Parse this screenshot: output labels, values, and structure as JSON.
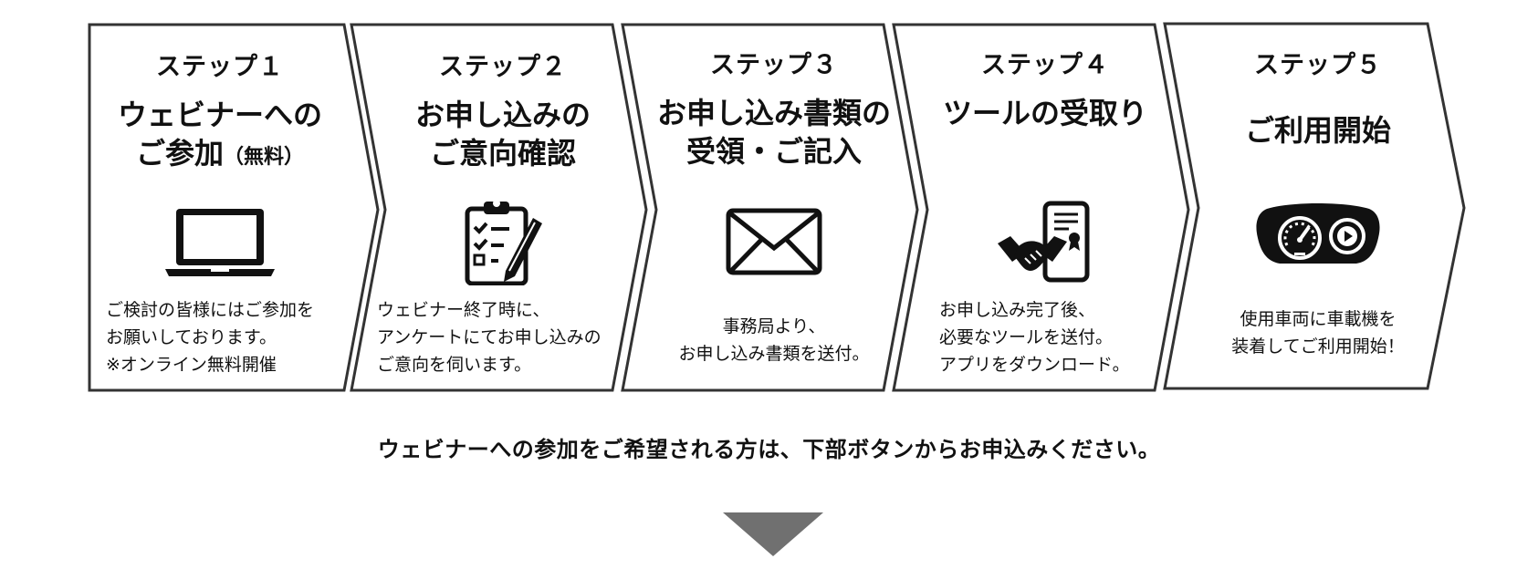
{
  "steps": [
    {
      "label": "ステップ１",
      "title_line1": "ウェビナーへの",
      "title_line2": "ご参加",
      "title_line2_small": "（無料）",
      "icon": "laptop-icon",
      "desc": [
        "ご検討の皆様にはご参加を",
        "お願いしております。",
        "※オンライン無料開催"
      ]
    },
    {
      "label": "ステップ２",
      "title_line1": "お申し込みの",
      "title_line2": "ご意向確認",
      "icon": "clipboard-checklist-icon",
      "desc": [
        "ウェビナー終了時に、",
        "アンケートにてお申し込みの",
        "ご意向を伺います。"
      ]
    },
    {
      "label": "ステップ３",
      "title_line1": "お申し込み書類の",
      "title_line2": "受領・ご記入",
      "icon": "envelope-icon",
      "desc": [
        "事務局より、",
        "お申し込み書類を送付。"
      ]
    },
    {
      "label": "ステップ４",
      "title_line1": "ツールの受取り",
      "icon": "handshake-phone-icon",
      "desc": [
        "お申し込み完了後、",
        "必要なツールを送付。",
        "アプリをダウンロード。"
      ]
    },
    {
      "label": "ステップ５",
      "title_line1": "ご利用開始",
      "icon": "dashboard-gauge-icon",
      "desc": [
        "使用車両に車載機を",
        "装着してご利用開始！"
      ]
    }
  ],
  "note": "ウェビナーへの参加をご希望される方は、下部ボタンからお申込みください。",
  "colors": {
    "border": "#333333",
    "arrow": "#707070",
    "text": "#111111"
  }
}
